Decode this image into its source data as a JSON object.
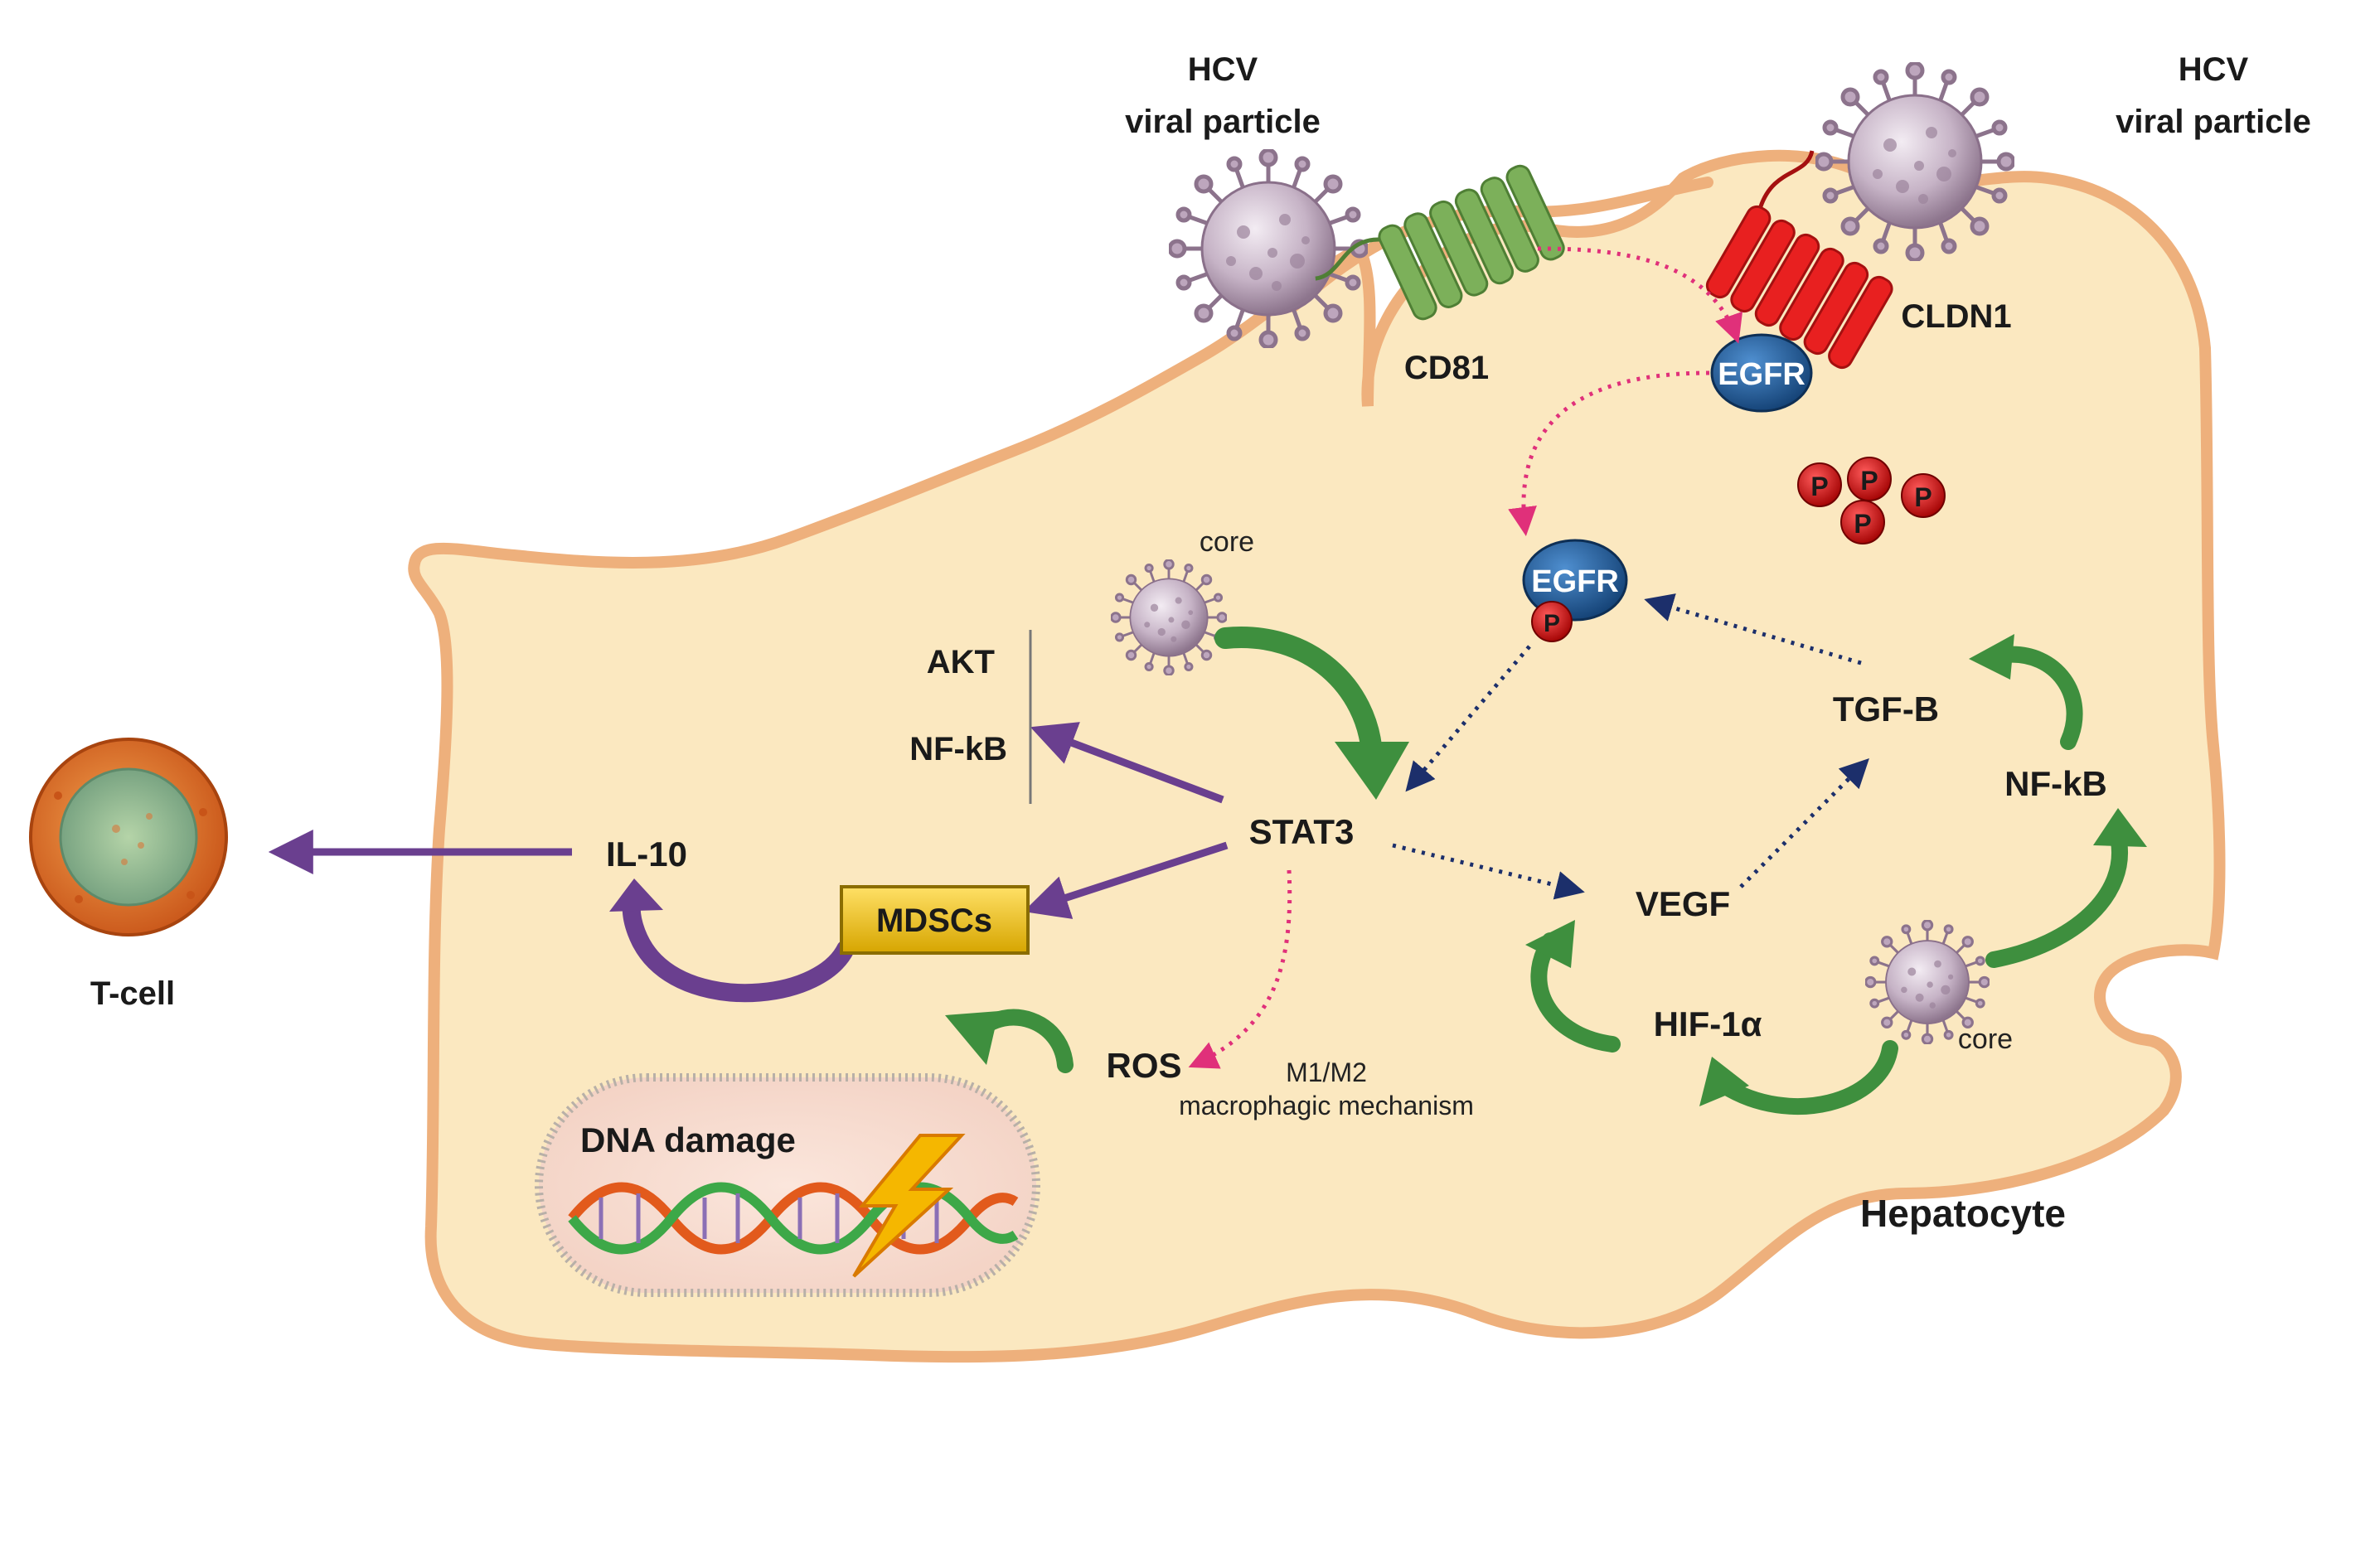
{
  "labels": {
    "hcv_left_line1": "HCV",
    "hcv_left_line2": "viral particle",
    "hcv_right_line1": "HCV",
    "hcv_right_line2": "viral particle",
    "cd81": "CD81",
    "cldn1": "CLDN1",
    "egfr_top": "EGFR",
    "egfr_mid": "EGFR",
    "p": "P",
    "core_top": "core",
    "core_bottom": "core",
    "akt": "AKT",
    "nfkb_left": "NF-kB",
    "stat3": "STAT3",
    "il10": "IL-10",
    "mdscs": "MDSCs",
    "tcell": "T-cell",
    "ros": "ROS",
    "macro_line1": "M1/M2",
    "macro_line2": "macrophagic mechanism",
    "dna_damage": "DNA damage",
    "vegf": "VEGF",
    "hif1a": "HIF-1α",
    "tgfb": "TGF-B",
    "nfkb_right": "NF-kB",
    "hepatocyte": "Hepatocyte"
  },
  "colors": {
    "cell_fill": "#fbe8c0",
    "cell_border": "#eeb07c",
    "virus": "#b59db5",
    "cd81": "#7cb05a",
    "cldn1": "#e82020",
    "egfr": "#1f5c99",
    "phospho": "#cc1111",
    "purple_arrow": "#6a3f8f",
    "green_arrow": "#3e8f3e",
    "pink_dotted": "#e0307a",
    "navy_dotted": "#1c2f6b",
    "mdscs_box": "#f2c200"
  }
}
